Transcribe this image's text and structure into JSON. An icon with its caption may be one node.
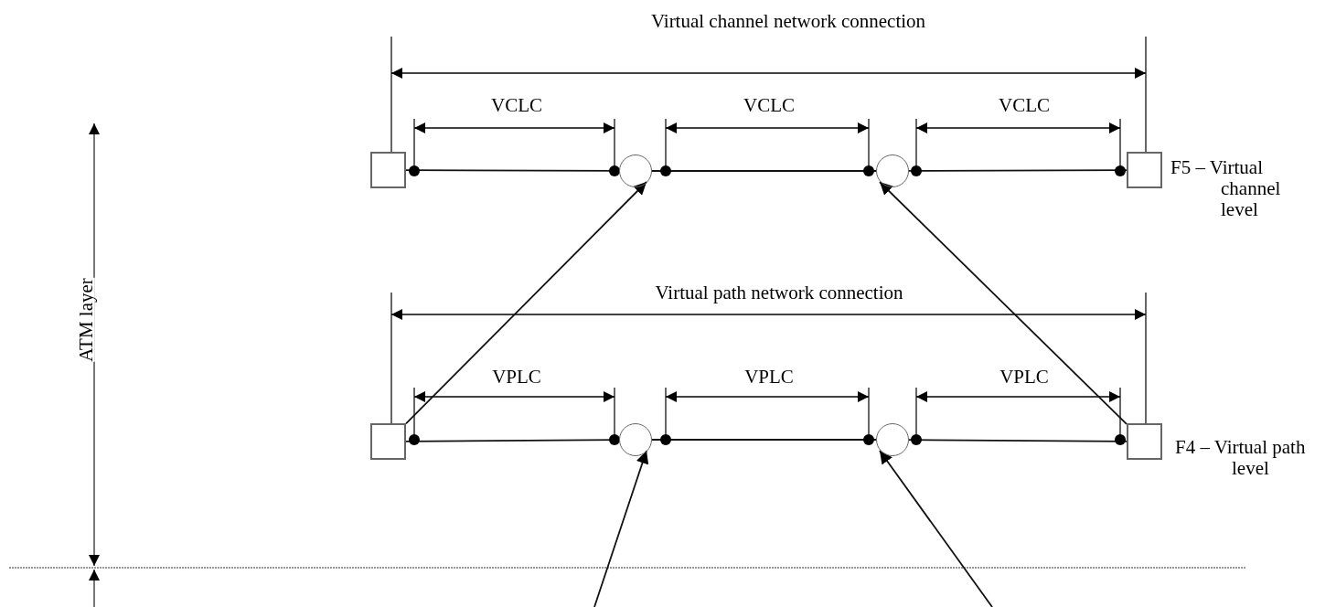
{
  "diagram": {
    "nodes": [
      {
        "text": [],
        "shape": "box"
      },
      {
        "text": [],
        "shape": "circle"
      },
      {
        "text": [],
        "shape": "circle"
      },
      {
        "text": [],
        "shape": "box"
      },
      {
        "text": [],
        "shape": "box"
      },
      {
        "text": [],
        "shape": "circle"
      },
      {
        "text": [],
        "shape": "circle"
      },
      {
        "text": [],
        "shape": "box"
      }
    ],
    "edges": [
      {
        "from": 0,
        "to": 1,
        "arrow": "none"
      },
      {
        "from": 1,
        "to": 2,
        "arrow": "none"
      },
      {
        "from": 2,
        "to": 3,
        "arrow": "none"
      },
      {
        "from": 4,
        "to": 5,
        "arrow": "none"
      },
      {
        "from": 5,
        "to": 6,
        "arrow": "none"
      },
      {
        "from": 6,
        "to": 7,
        "arrow": "none"
      },
      {
        "from": 4,
        "to": 1,
        "arrow": "to"
      },
      {
        "from": 7,
        "to": 2,
        "arrow": "to"
      },
      {
        "from": null,
        "to": 5,
        "arrow": "to"
      },
      {
        "from": null,
        "to": 6,
        "arrow": "to"
      }
    ],
    "labels": [
      "Virtual channel network connection",
      "VCLC",
      "VCLC",
      "VCLC",
      "F5 – Virtual channel level",
      "Virtual path network connection",
      "VPLC",
      "VPLC",
      "VPLC",
      "F4 – Virtual path level",
      "ATM layer"
    ]
  }
}
